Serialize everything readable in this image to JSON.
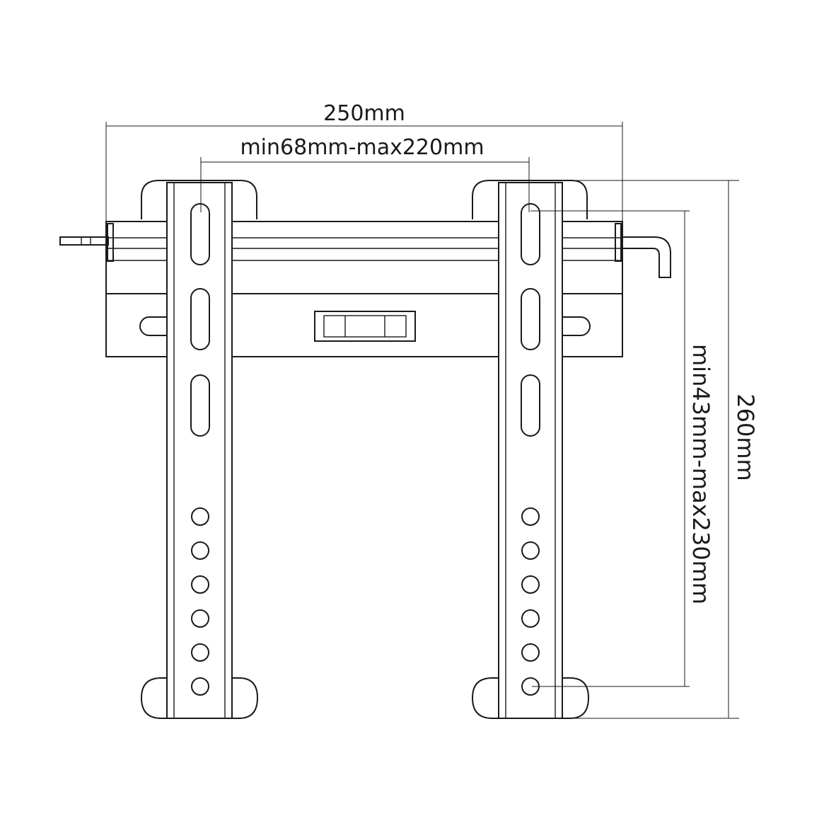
{
  "dimensions": {
    "overall_width": "250mm",
    "hole_spacing_horizontal": "min68mm-max220mm",
    "overall_height": "260mm",
    "hole_spacing_vertical": "min43mm-max230mm"
  },
  "colors": {
    "line": "#1a1a1a",
    "background": "#ffffff"
  }
}
